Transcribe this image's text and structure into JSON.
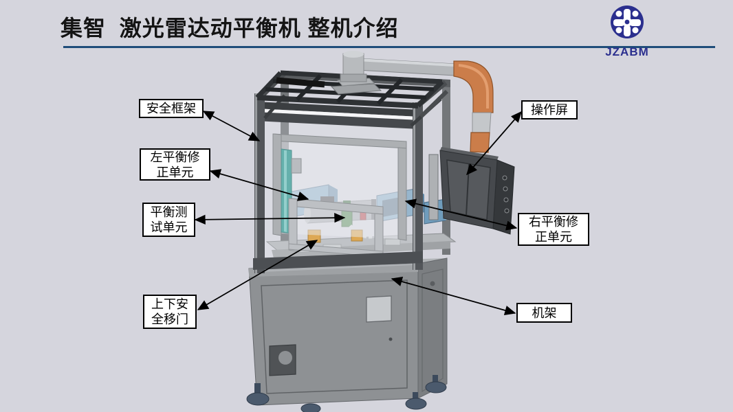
{
  "slide": {
    "title": "集智  激光雷达动平衡机 整机介绍",
    "logo_text": "JZABM"
  },
  "callouts": {
    "safety_frame": "安全框架",
    "left_correction_unit": "左平衡修正单元",
    "balance_test_unit": "平衡测试单元",
    "safety_door": "上下安全移门",
    "operation_screen": "操作屏",
    "right_correction_unit": "右平衡修正单元",
    "machine_frame": "机架"
  },
  "colors": {
    "background": "#d5d5dd",
    "title_underline": "#1f4d7a",
    "logo_navy": "#2b2f8e",
    "label_border": "#000000",
    "arrow": "#000000",
    "duct_orange": "#cb7d4a",
    "guide_teal": "#3f9e98",
    "unit_blue": "#7fa6c2",
    "radar_green": "#3f7a3a"
  }
}
